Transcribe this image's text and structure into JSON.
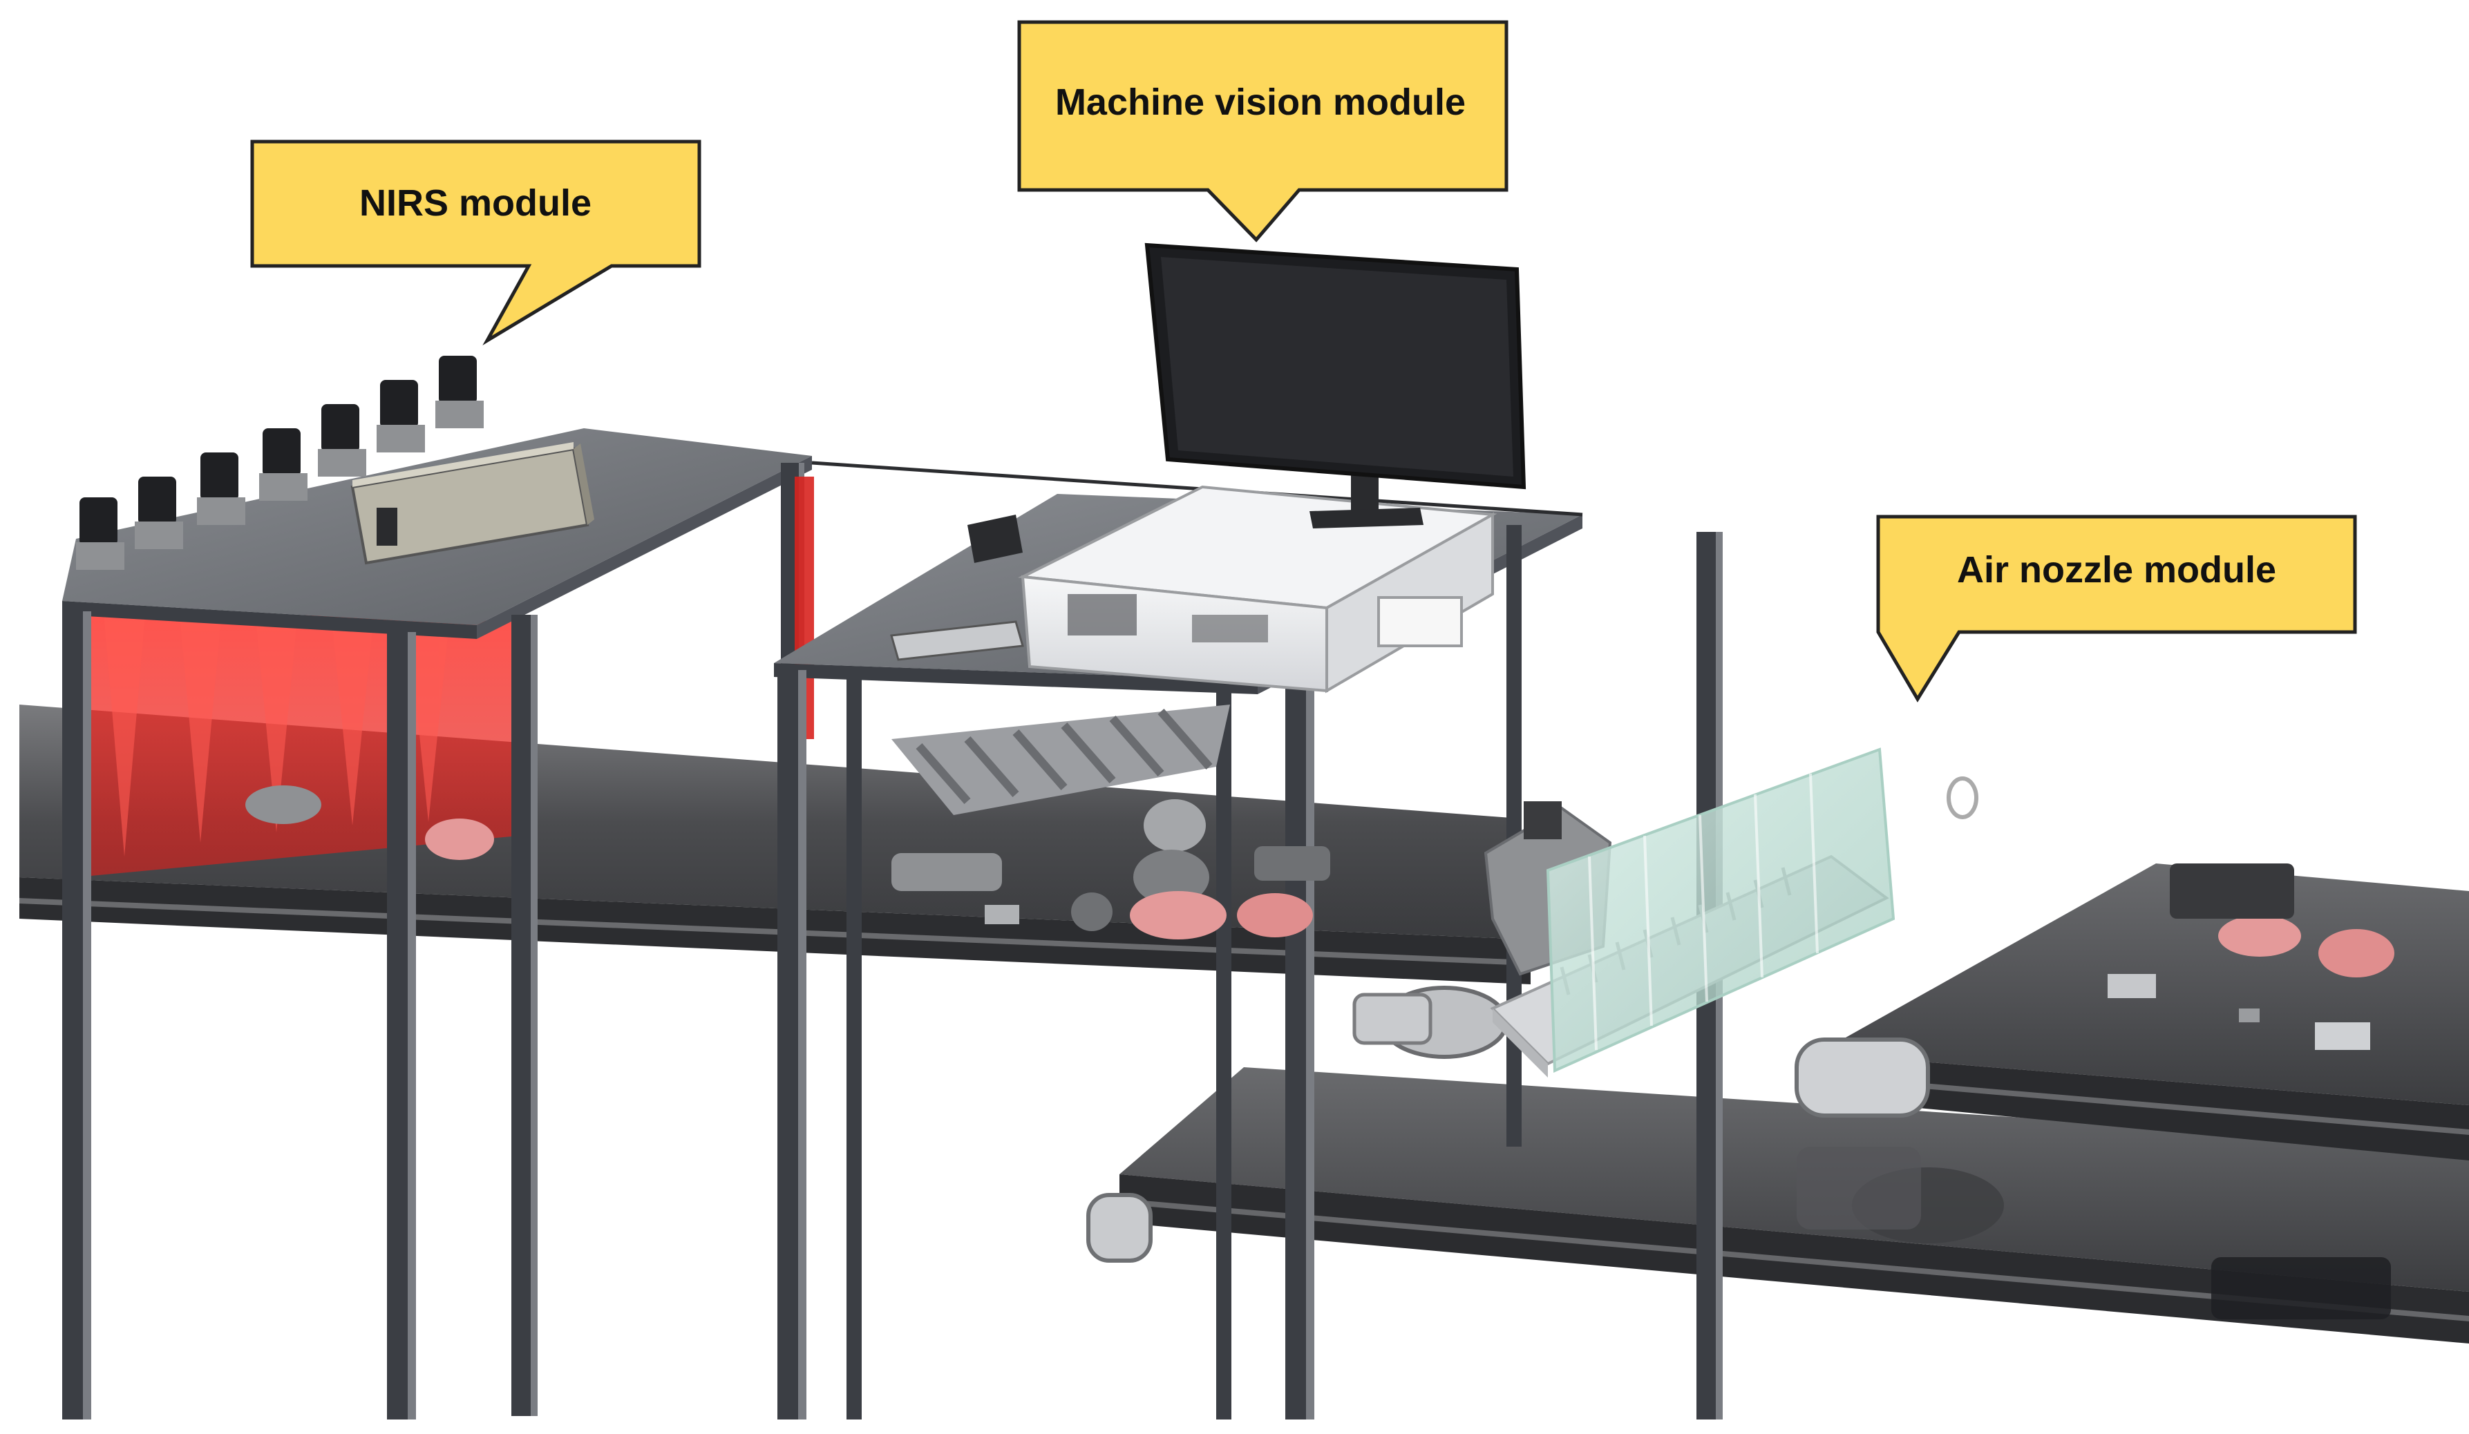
{
  "callouts": {
    "nirs": {
      "label": "NIRS module"
    },
    "vision": {
      "label": "Machine vision module"
    },
    "air": {
      "label": "Air nozzle module"
    }
  },
  "colors": {
    "callout_fill": "#fdd85c",
    "callout_stroke": "#222222",
    "frame_dark": "#3b3e44",
    "frame_mid": "#6d7178",
    "conveyor_belt": "#4a4a4c",
    "tabletop": "#6c6f74",
    "laser_red": "#e8231f",
    "pc_case": "#e8e9ec",
    "monitor": "#1c1d20",
    "spectrometer_box": "#b9b6a8",
    "air_nozzle_glass": "#bfe0d6",
    "air_nozzle_rail": "#d7d9dc",
    "object_pink": "#e49a9a",
    "object_grey": "#8f9194"
  }
}
